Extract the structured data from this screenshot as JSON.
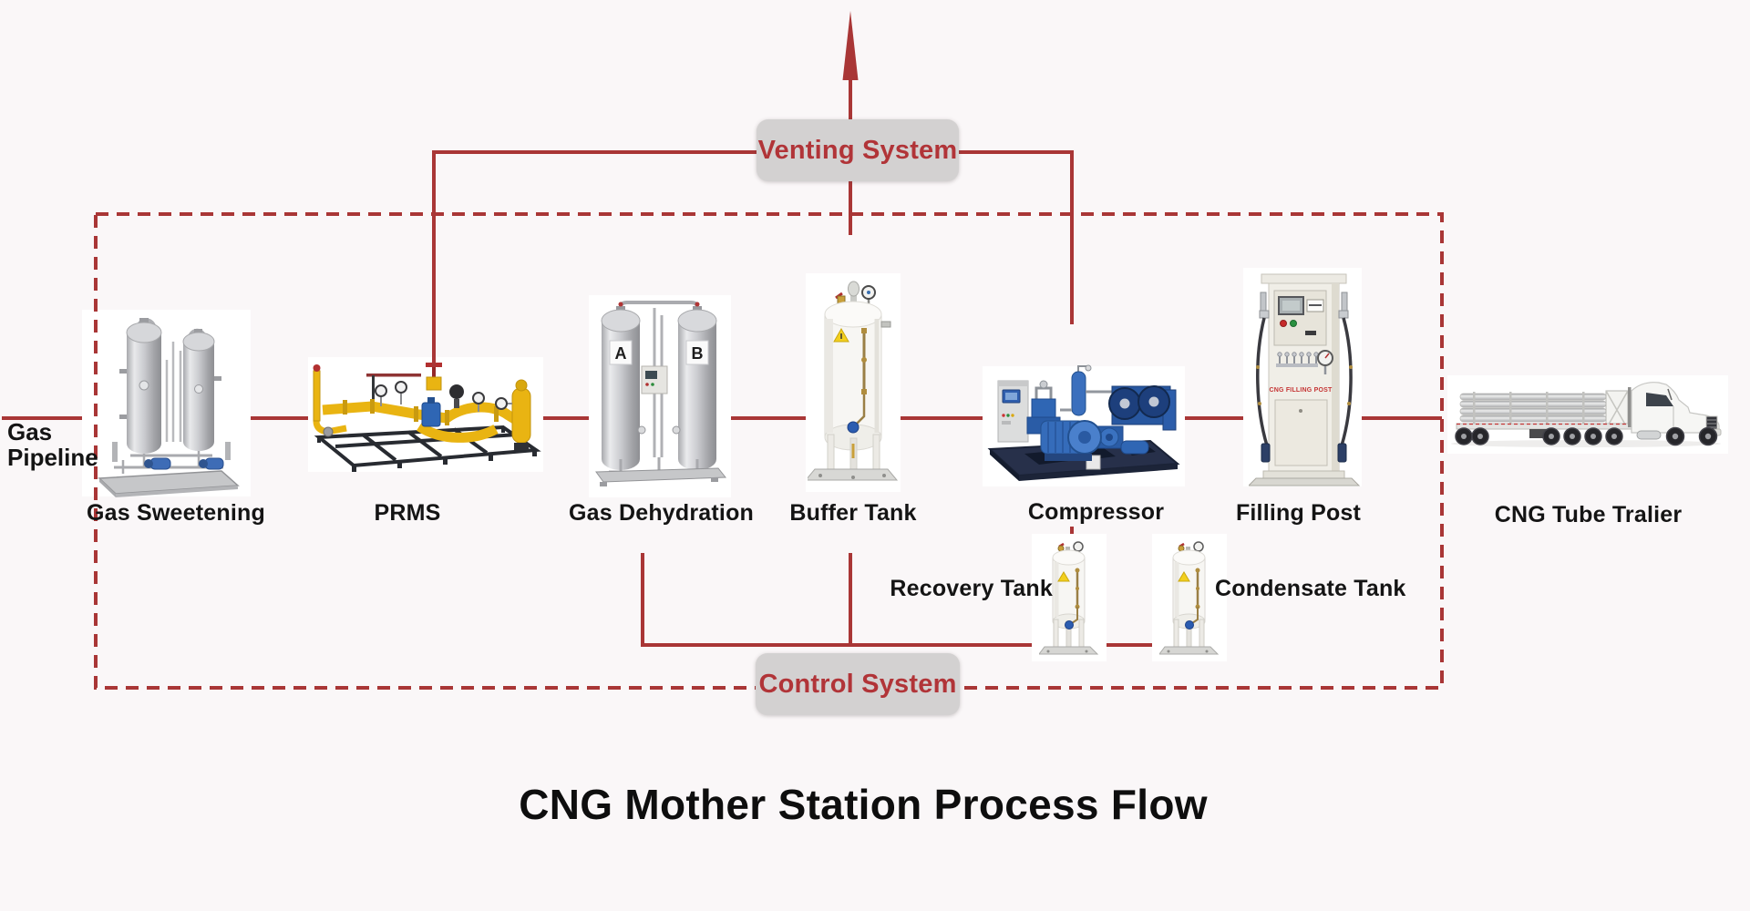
{
  "title": "CNG Mother Station Process Flow",
  "pipeline_label": "Gas\nPipeline",
  "boxes": {
    "venting": "Venting System",
    "control": "Control System"
  },
  "equipment": {
    "gas_sweetening": {
      "label": "Gas Sweetening"
    },
    "prms": {
      "label": "PRMS"
    },
    "gas_dehydration": {
      "label": "Gas Dehydration",
      "vessel_a": "A",
      "vessel_b": "B"
    },
    "buffer_tank": {
      "label": "Buffer Tank"
    },
    "compressor": {
      "label": "Compressor"
    },
    "filling_post": {
      "label": "Filling Post",
      "panel_text": "CNG FILLING POST"
    },
    "cng_tube_trailer": {
      "label": "CNG Tube Tralier"
    },
    "recovery_tank": {
      "label": "Recovery Tank"
    },
    "condensate_tank": {
      "label": "Condensate Tank"
    }
  },
  "colors": {
    "line_red": "#a93636",
    "box_bg": "#d3d1d1",
    "box_text_red": "#b13438",
    "label_color": "#141414",
    "background": "#faf7f8"
  }
}
